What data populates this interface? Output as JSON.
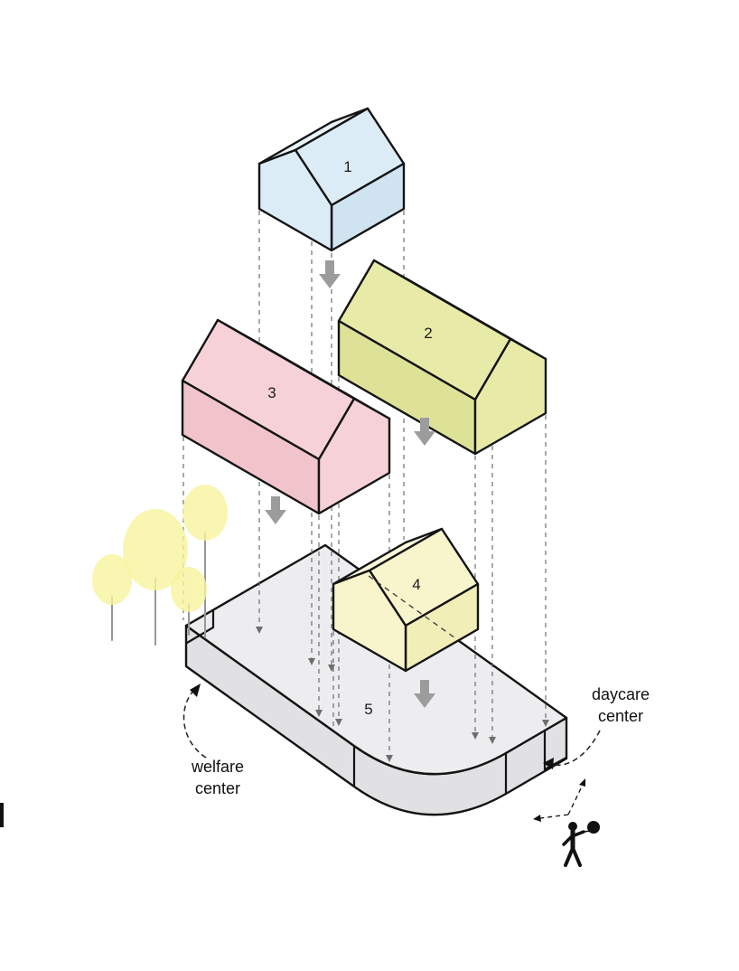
{
  "figure": {
    "buildings": [
      {
        "label": "1",
        "fill": "#dbecf7",
        "fill_light": "#e9f4fb",
        "fill_dark": "#cfe3f1"
      },
      {
        "label": "2",
        "fill": "#e8eba8",
        "fill_light": "#f0f2bd",
        "fill_dark": "#dee297"
      },
      {
        "label": "3",
        "fill": "#f6d2d8",
        "fill_light": "#f9dfe4",
        "fill_dark": "#f1c3cb"
      },
      {
        "label": "4",
        "fill": "#f8f5cc",
        "fill_light": "#fbf9dc",
        "fill_dark": "#f2eeb8"
      }
    ],
    "base": {
      "label": "5",
      "fill_top": "#ededef",
      "fill_side": "#e1e1e3"
    },
    "annotations": {
      "welfare": {
        "line1": "welfare",
        "line2": "center"
      },
      "daycare": {
        "line1": "daycare",
        "line2": "center"
      }
    },
    "trees": {
      "color": "#f6f49c"
    },
    "arrows": {
      "color": "#9c9c9c"
    }
  }
}
